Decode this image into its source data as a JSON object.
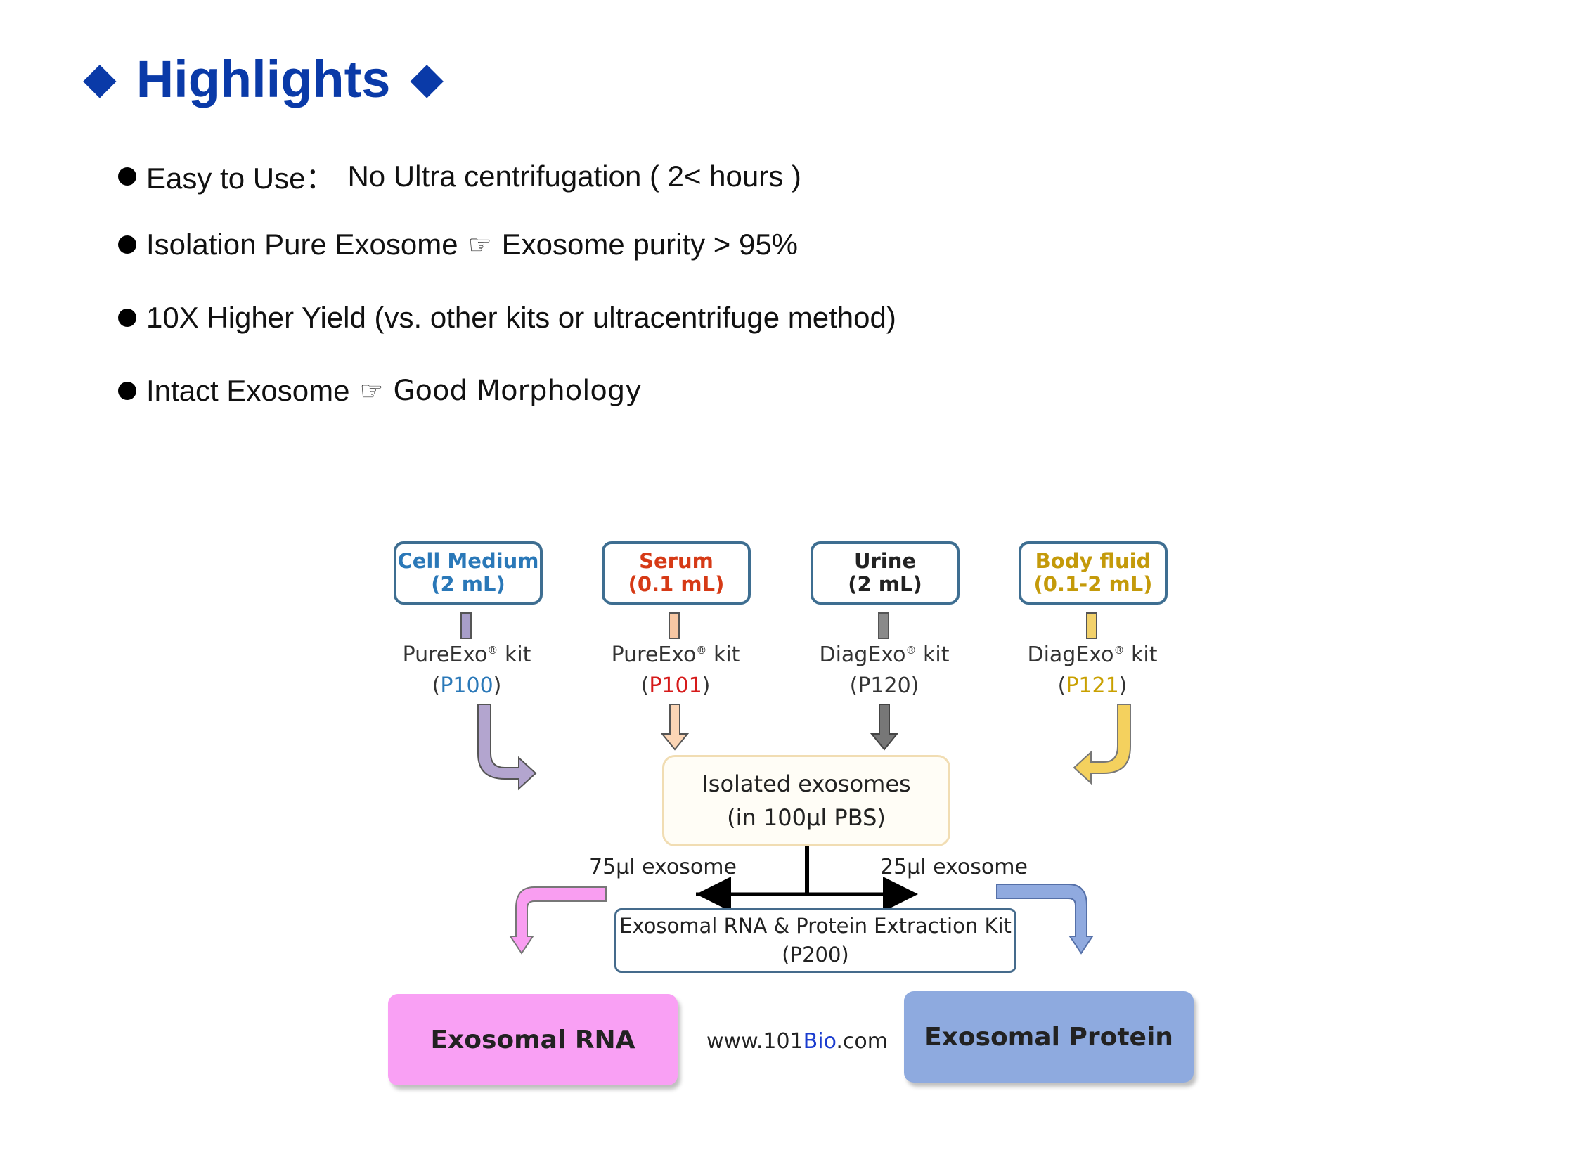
{
  "title": {
    "text": "Highlights",
    "diamond_left": "◆",
    "diamond_right": "◆"
  },
  "highlights": [
    {
      "lead": "Easy to Use：",
      "detail": "No Ultra centrifugation ( 2< hours )"
    },
    {
      "lead": "Isolation Pure Exosome",
      "sep": "☞",
      "detail": "Exosome purity > 95%"
    },
    {
      "lead": "10X Higher Yield (vs. other kits or ultracentrifuge method)"
    },
    {
      "lead": "Intact Exosome",
      "sep": "☞",
      "detail": "Good Morphology"
    }
  ],
  "diagram": {
    "sources": [
      {
        "line1": "Cell Medium",
        "line2": "(2 mL)",
        "color": "#2a78b8",
        "tube_color": "#a89ec9",
        "kit": "PureExo",
        "reg": "®",
        "kit_suffix": " kit",
        "code_open": "(",
        "code": "P100",
        "code_close": ")",
        "code_color": "#2a78b8"
      },
      {
        "line1": "Serum",
        "line2": "(0.1 mL)",
        "color": "#d63a16",
        "tube_color": "#f7c7a3",
        "kit": "PureExo",
        "reg": "®",
        "kit_suffix": " kit",
        "code_open": "(",
        "code": "P101",
        "code_close": ")",
        "code_color": "#d61a1a"
      },
      {
        "line1": "Urine",
        "line2": "(2 mL)",
        "color": "#222222",
        "tube_color": "#8a8a8a",
        "kit": "DiagExo",
        "reg": "®",
        "kit_suffix": " kit",
        "code_open": "(",
        "code": "P120",
        "code_close": ")",
        "code_color": "#333333"
      },
      {
        "line1": "Body fluid",
        "line2": "(0.1-2 mL)",
        "color": "#c49a0a",
        "tube_color": "#f2d16b",
        "kit": "DiagExo",
        "reg": "®",
        "kit_suffix": " kit",
        "code_open": "(",
        "code": "P121",
        "code_close": ")",
        "code_color": "#c9a000"
      }
    ],
    "isolated": {
      "line1": "Isolated exosomes",
      "line2": "(in 100μl PBS)"
    },
    "split_left": "75μl exosome",
    "split_right": "25μl exosome",
    "extraction": {
      "line1": "Exosomal RNA & Protein Extraction Kit",
      "line2": "(P200)"
    },
    "outputs": {
      "rna": {
        "label": "Exosomal RNA",
        "color": "#f9a0f4"
      },
      "protein": {
        "label": "Exosomal Protein",
        "color": "#8eaadf"
      }
    },
    "website": {
      "prefix": "www.101",
      "brand": "Bio",
      "suffix": ".com",
      "brand_color": "#1a3ccf"
    }
  }
}
